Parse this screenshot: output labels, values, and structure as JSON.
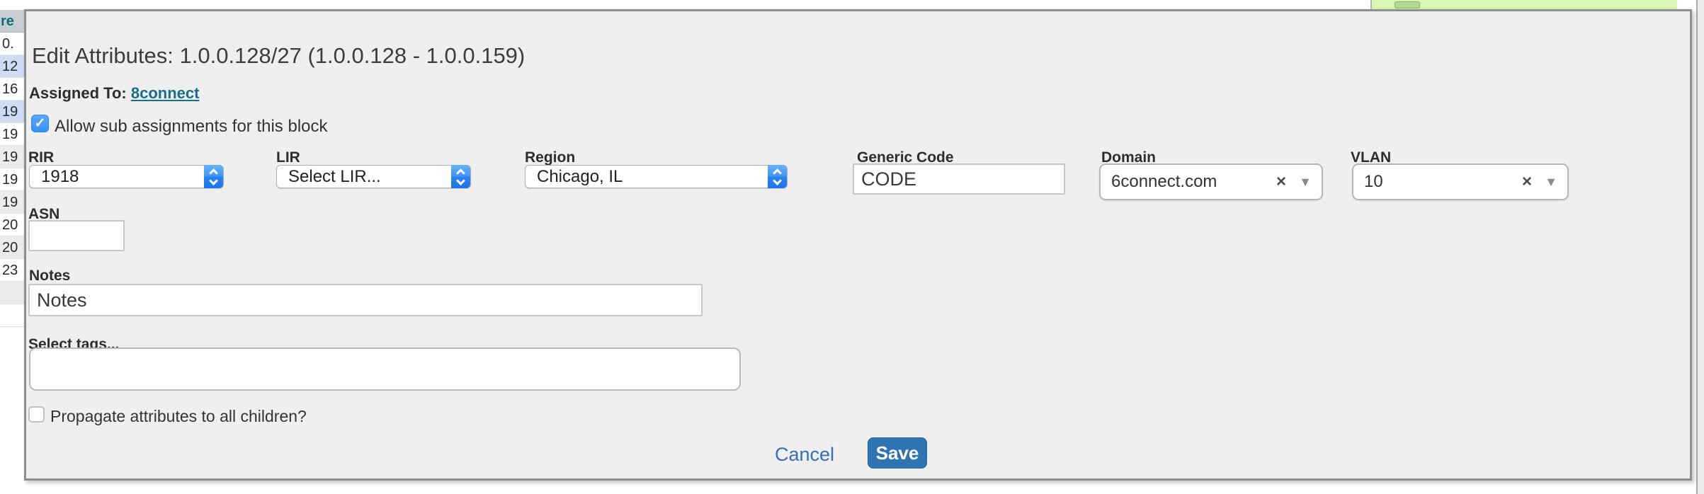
{
  "modal": {
    "title": "Edit Attributes: 1.0.0.128/27 (1.0.0.128 - 1.0.0.159)",
    "assigned_to": {
      "label": "Assigned To:",
      "link": "8connect"
    },
    "allow_sub": {
      "label": "Allow sub assignments for this block",
      "checked": true,
      "check_icon": "✓"
    },
    "fields": {
      "rir": {
        "label": "RIR",
        "value": "1918"
      },
      "lir": {
        "label": "LIR",
        "value": "Select LIR..."
      },
      "region": {
        "label": "Region",
        "value": "Chicago, IL"
      },
      "generic_code": {
        "label": "Generic Code",
        "value": "CODE"
      },
      "domain": {
        "label": "Domain",
        "value": "6connect.com",
        "clear_icon": "×",
        "dropdown_icon": "▼"
      },
      "vlan": {
        "label": "VLAN",
        "value": "10",
        "clear_icon": "×",
        "dropdown_icon": "▼"
      },
      "asn": {
        "label": "ASN",
        "value": ""
      },
      "notes": {
        "label": "Notes",
        "value": "Notes"
      },
      "tags": {
        "label": "Select tags...",
        "value": ""
      }
    },
    "propagate": {
      "label": "Propagate attributes to all children?",
      "checked": false
    },
    "actions": {
      "cancel": "Cancel",
      "save": "Save"
    }
  },
  "background": {
    "table_header_fragment": "re",
    "rows": [
      "0.",
      "12",
      "16",
      "19",
      "19",
      "19",
      "19",
      "19",
      "20",
      "20",
      "23",
      "",
      ""
    ],
    "colors": {
      "selected_row": "#cedcf5",
      "alt_row": "#ececec",
      "green_bar": "#d8f6b4",
      "modal_bg": "#efefef",
      "accent_blue": "#2e74b2",
      "link_teal": "#176e86",
      "checkbox_blue": "#3590f3"
    }
  }
}
